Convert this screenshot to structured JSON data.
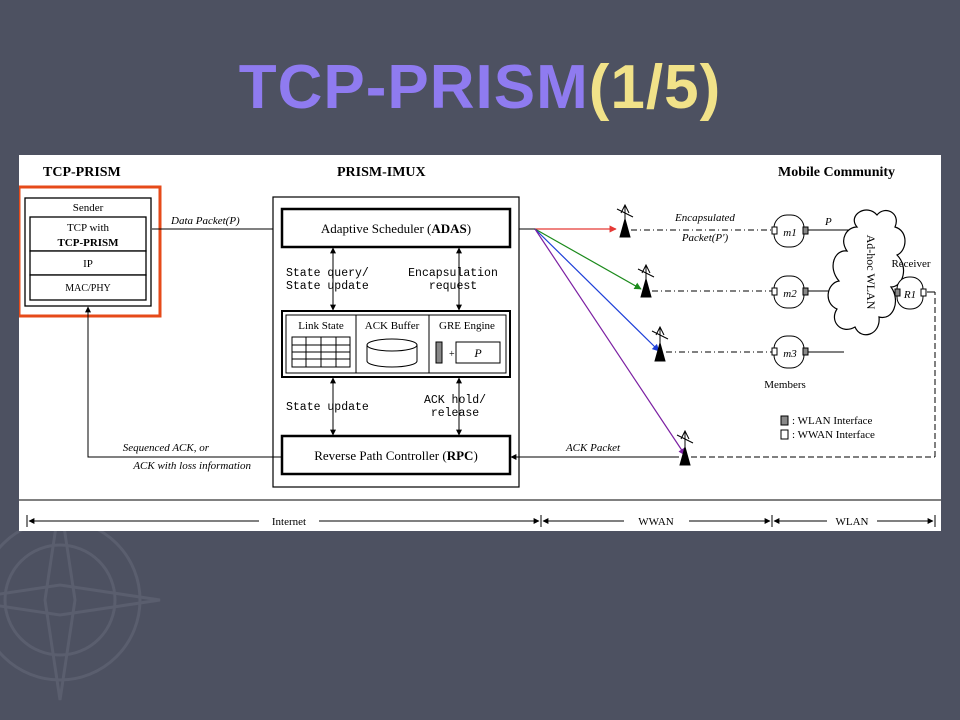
{
  "slide": {
    "title_main": "TCP-PRISM",
    "title_suffix": "(1/5)"
  },
  "colors": {
    "background": "#4d5161",
    "title_main": "#8f7bf0",
    "title_suffix": "#f1e289",
    "highlight_box": "#e64a19",
    "arrow_red": "#e53935",
    "arrow_green": "#1b8a1b",
    "arrow_blue": "#1e3fd8",
    "arrow_purple": "#7b1fa2"
  },
  "diagram": {
    "sections": {
      "left": "TCP-PRISM",
      "middle": "PRISM-IMUX",
      "right": "Mobile Community"
    },
    "sender_stack": {
      "sender": "Sender",
      "tcp_line1": "TCP with",
      "tcp_line2": "TCP-PRISM",
      "ip": "IP",
      "macphy": "MAC/PHY"
    },
    "data_packet": "Data Packet(P)",
    "adas_prefix": "Adaptive Scheduler (",
    "adas_bold": "ADAS",
    "adas_suffix": ")",
    "state_query_1": "State query/",
    "state_query_2": "State update",
    "encap_req_1": "Encapsulation",
    "encap_req_2": "request",
    "link_state": "Link State",
    "ack_buffer": "ACK Buffer",
    "gre_engine": "GRE Engine",
    "gre_plus": "+",
    "gre_p": "P",
    "state_update": "State update",
    "ack_hold_1": "ACK hold/",
    "ack_hold_2": "release",
    "rpc_prefix": "Reverse Path Controller (",
    "rpc_bold": "RPC",
    "rpc_suffix": ")",
    "seq_ack_1": "Sequenced ACK, or",
    "seq_ack_2": "ACK with loss information",
    "ack_packet": "ACK Packet",
    "encapsulated_1": "Encapsulated",
    "encapsulated_2": "Packet(P')",
    "p_label": "P",
    "members": [
      "m1",
      "m2",
      "m3"
    ],
    "members_label": "Members",
    "adhoc_wlan": "Ad-hoc WLAN",
    "receiver": "Receiver",
    "receiver_node": "R1",
    "legend_wlan": ": WLAN Interface",
    "legend_wwan": ": WWAN Interface",
    "ranges": [
      "Internet",
      "WWAN",
      "WLAN"
    ]
  }
}
